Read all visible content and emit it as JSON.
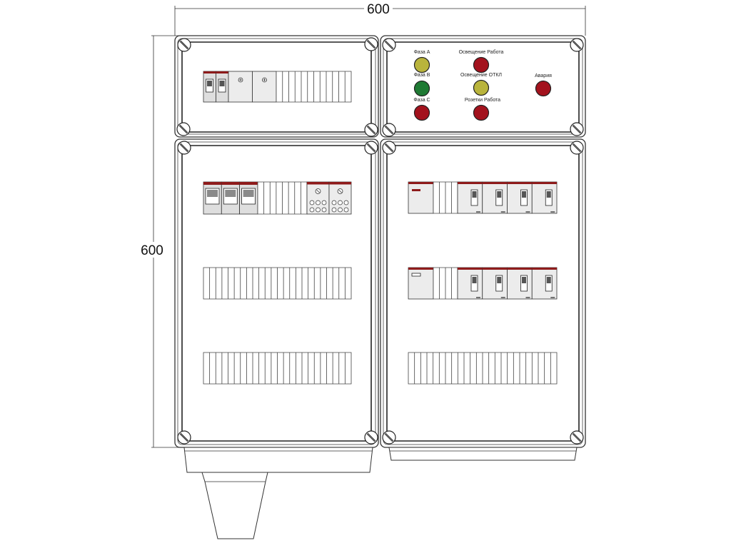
{
  "dimensions": {
    "width": "600",
    "height": "600"
  },
  "lamps": [
    {
      "label": "Фаза А",
      "color": "#b9b43c"
    },
    {
      "label": "Фаза В",
      "color": "#1f7a34"
    },
    {
      "label": "Фаза С",
      "color": "#a3121d"
    },
    {
      "label": "Освещение Работа",
      "color": "#a3121d"
    },
    {
      "label": "Освещение ОТКЛ",
      "color": "#b9b43c"
    },
    {
      "label": "Розетки Работа",
      "color": "#a3121d"
    },
    {
      "label": "Авария",
      "color": "#a3121d"
    }
  ],
  "colors": {
    "module_stripe": "#8e1b1b",
    "module_body": "#dedede"
  }
}
